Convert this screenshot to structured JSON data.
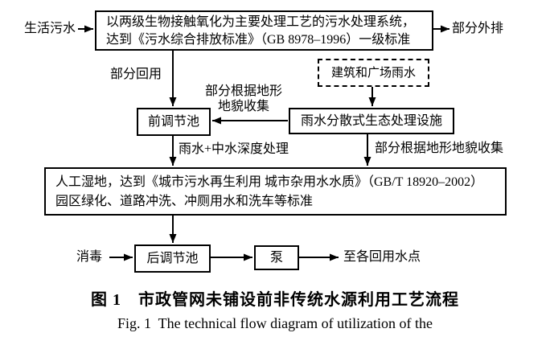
{
  "figure_caption": {
    "zh": "图 1　市政管网未铺设前非传统水源利用工艺流程",
    "en": "Fig. 1  The technical flow diagram of utilization of the"
  },
  "boxes": {
    "treatment_system": {
      "line1": "以两级生物接触氧化为主要处理工艺的污水处理系统，",
      "line2": "达到《污水综合排放标准》（GB 8978–1996）一级标准"
    },
    "pre_regulating_tank": {
      "label": "前调节池"
    },
    "building_plaza_rainwater": {
      "label": "建筑和广场雨水"
    },
    "rainwater_distributed_eco_facility": {
      "label": "雨水分散式生态处理设施"
    },
    "constructed_wetland": {
      "line1": "人工湿地，达到《城市污水再生利用 城市杂用水水质》（GB/T 18920–2002）",
      "line2": "园区绿化、道路冲洗、冲厕用水和洗车等标准"
    },
    "post_regulating_tank": {
      "label": "后调节池"
    },
    "pump": {
      "label": "泵"
    }
  },
  "labels": {
    "domestic_sewage": "生活污水",
    "partial_external_discharge": "部分外排",
    "partial_reuse": "部分回用",
    "partial_terrain_collection_line1": "部分根据地形",
    "partial_terrain_collection_line2": "地貌收集",
    "rainwater_reclaimed_advanced_treatment": "雨水+中水深度处理",
    "partial_terrain_collection_full": "部分根据地形地貌收集",
    "disinfection": "消毒",
    "to_reuse_points": "至各回用水点"
  },
  "colors": {
    "background": "#ffffff",
    "stroke": "#000000",
    "text": "#000000"
  }
}
